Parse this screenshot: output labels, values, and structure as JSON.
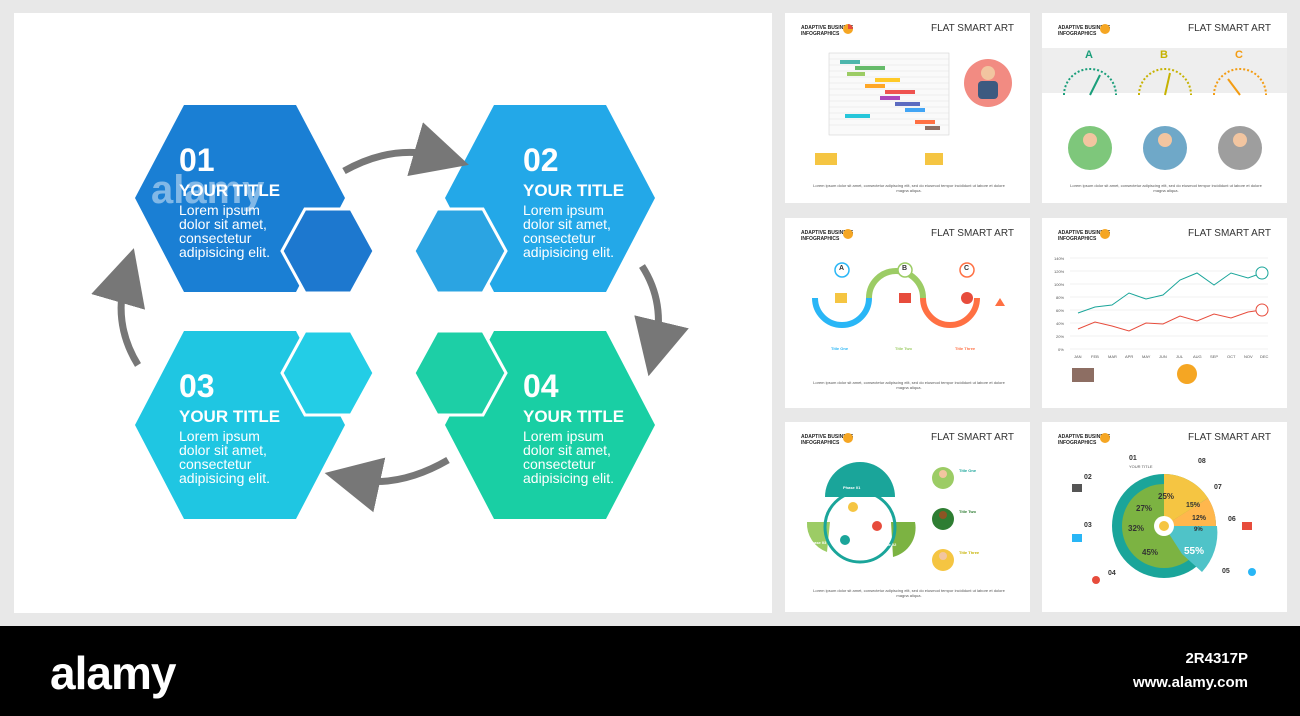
{
  "main": {
    "steps": [
      {
        "num": "01",
        "title": "YOUR TITLE",
        "lines": [
          "Lorem ipsum",
          "dolor sit amet,",
          "consectetur",
          "adipisicing elit."
        ],
        "color": "#1a7fd4",
        "small_color": "#1d78cf"
      },
      {
        "num": "02",
        "title": "YOUR TITLE",
        "lines": [
          "Lorem ipsum",
          "dolor sit amet,",
          "consectetur",
          "adipisicing elit."
        ],
        "color": "#23a8e8",
        "small_color": "#2ba4e2"
      },
      {
        "num": "03",
        "title": "YOUR TITLE",
        "lines": [
          "Lorem ipsum",
          "dolor sit amet,",
          "consectetur",
          "adipisicing elit."
        ],
        "color": "#1fc6e2",
        "small_color": "#23cde6"
      },
      {
        "num": "04",
        "title": "YOUR TITLE",
        "lines": [
          "Lorem ipsum",
          "dolor sit amet,",
          "consectetur",
          "adipisicing elit."
        ],
        "color": "#19cfa4",
        "small_color": "#1dcfa6"
      }
    ],
    "arrow_color": "#777777",
    "watermark": "alamy"
  },
  "thumbs": {
    "brand_line1": "ADAPTIVE BUSINESS",
    "brand_line2": "INFOGRAPHICS",
    "flat": "FLAT SMART ART",
    "footer_text": "Lorem ipsum dolor sit amet, consectetur adipiscing elit, sed do eiusmod tempor incididunt ut labore et dolore magna aliqua.",
    "gauge_labels": [
      "A",
      "B",
      "C"
    ],
    "flow_labels": [
      "A",
      "B",
      "C"
    ],
    "flow_titles": [
      "Title One",
      "Title Two",
      "Title Three"
    ],
    "cycle_titles": [
      "Title One",
      "Title Two",
      "Title Three"
    ],
    "cycle_phases": [
      "Phase 01",
      "Phase 02",
      "Phase 03"
    ],
    "line_y_ticks": [
      "140%",
      "120%",
      "100%",
      "80%",
      "60%",
      "40%",
      "20%",
      "0%"
    ],
    "line_x_ticks": [
      "JAN",
      "FEB",
      "MAR",
      "APR",
      "MAY",
      "JUN",
      "JUL",
      "AUG",
      "SEP",
      "OCT",
      "NOV",
      "DEC"
    ],
    "radial_numbers": [
      "01",
      "02",
      "03",
      "04",
      "05",
      "06",
      "07",
      "08"
    ],
    "radial_pcts": [
      "25%",
      "27%",
      "15%",
      "12%",
      "9%",
      "32%",
      "45%",
      "55%"
    ],
    "your_title": "YOUR TITLE"
  },
  "footer": {
    "brand": "alamy",
    "code": "2R4317P",
    "site": "www.alamy.com"
  }
}
